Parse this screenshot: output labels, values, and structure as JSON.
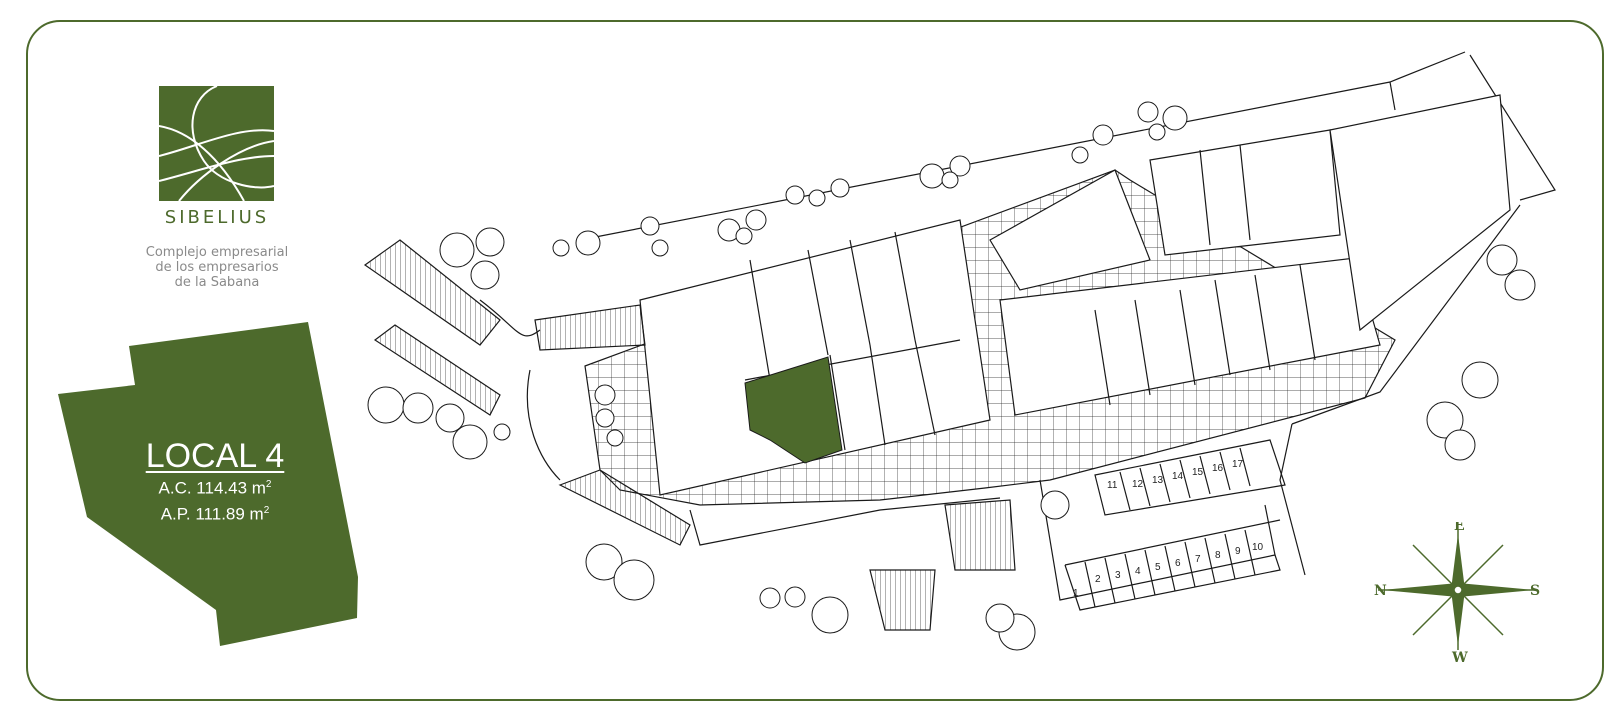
{
  "brand": {
    "name": "SIBELIUS",
    "tagline": [
      "Complejo empresarial",
      "de los empresarios",
      "de la Sabana"
    ],
    "accent_color": "#4d6a2c"
  },
  "unit": {
    "name": "LOCAL 4",
    "ac_label": "A.C. 114.43 m",
    "ap_label": "A.P. 111.89 m",
    "area_unit_exponent": "2",
    "highlight_color": "#4d6a2c"
  },
  "parking": {
    "upper_row": [
      "11",
      "12",
      "13",
      "14",
      "15",
      "16",
      "17"
    ],
    "lower_row": [
      "1",
      "2",
      "3",
      "4",
      "5",
      "6",
      "7",
      "8",
      "9",
      "10"
    ]
  },
  "compass": {
    "north": "N",
    "south": "S",
    "east": "E",
    "west": "W"
  }
}
